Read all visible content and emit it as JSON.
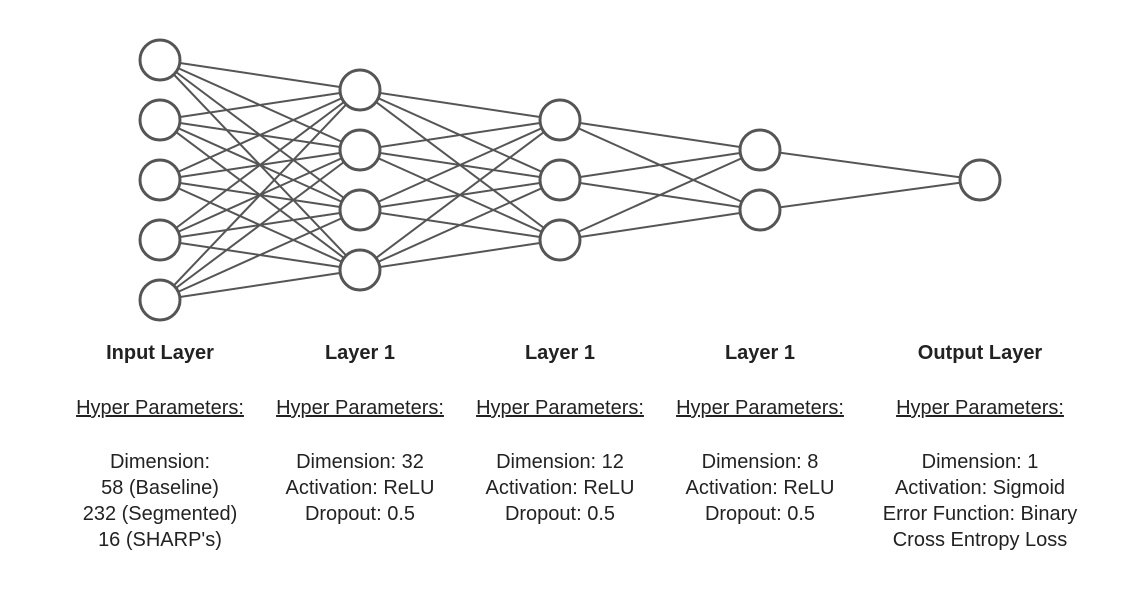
{
  "diagram": {
    "node_stroke": "#555555",
    "edge_stroke": "#555555",
    "layers": [
      {
        "nodes": 5,
        "title": "Input Layer",
        "hp_label": "Hyper Parameters:",
        "params": [
          "Dimension:",
          "58 (Baseline)",
          "232 (Segmented)",
          "16 (SHARP's)"
        ]
      },
      {
        "nodes": 4,
        "title": "Layer 1",
        "hp_label": "Hyper Parameters:",
        "params": [
          "Dimension: 32",
          "Activation: ReLU",
          "Dropout: 0.5"
        ]
      },
      {
        "nodes": 3,
        "title": "Layer 1",
        "hp_label": "Hyper Parameters:",
        "params": [
          "Dimension: 12",
          "Activation: ReLU",
          "Dropout: 0.5"
        ]
      },
      {
        "nodes": 2,
        "title": "Layer 1",
        "hp_label": "Hyper Parameters:",
        "params": [
          "Dimension: 8",
          "Activation: ReLU",
          "Dropout: 0.5"
        ]
      },
      {
        "nodes": 1,
        "title": "Output Layer",
        "hp_label": "Hyper Parameters:",
        "params": [
          "Dimension: 1",
          "Activation: Sigmoid",
          "Error Function: Binary",
          "Cross Entropy Loss"
        ]
      }
    ]
  }
}
